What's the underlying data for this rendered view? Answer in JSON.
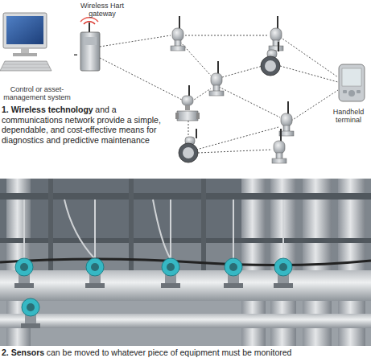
{
  "diagram": {
    "nodes": [
      {
        "text": [
          "Control or asset-management system"
        ]
      },
      {
        "text": [
          "Wireless Hart gateway"
        ]
      },
      {
        "text": [
          "Handheld terminal"
        ]
      }
    ],
    "edges": [
      {
        "from": 0,
        "to": 1,
        "arrow": "none"
      }
    ],
    "labels": [
      "1. Wireless technology",
      "and a communications network provide a simple, dependable, and cost-effective means for diagnostics and predictive maintenance",
      "2. Sensors",
      "can be moved to whatever piece of equipment must be monitored"
    ]
  }
}
